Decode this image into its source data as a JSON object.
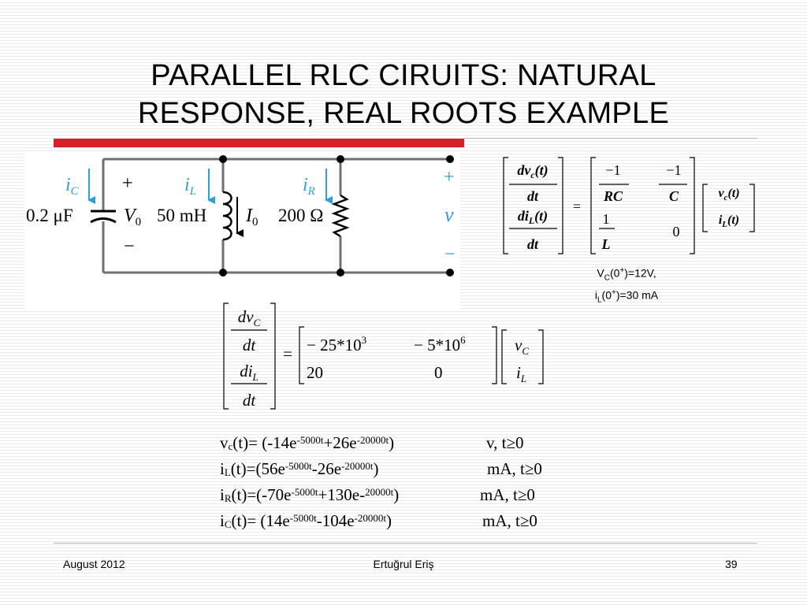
{
  "slide": {
    "title_line1": "PARALLEL RLC CIRUITS: NATURAL",
    "title_line2": "RESPONSE, REAL ROOTS EXAMPLE"
  },
  "circuit": {
    "capacitor_value": "0.2 μF",
    "inductor_value": "50 mH",
    "resistor_value": "200 Ω",
    "current_c": "i",
    "current_c_sub": "C",
    "current_l": "i",
    "current_l_sub": "L",
    "current_r": "i",
    "current_r_sub": "R",
    "v0_symbol": "V",
    "v0_sub": "0",
    "i0_symbol": "I",
    "i0_sub": "0",
    "plus": "+",
    "minus": "−",
    "output_voltage": "v"
  },
  "matrix_general": {
    "lhs_top_num": "dv",
    "lhs_top_num_sub": "c",
    "lhs_top_num_arg": "(t)",
    "lhs_top_den": "dt",
    "lhs_bot_num": "di",
    "lhs_bot_num_sub": "L",
    "lhs_bot_num_arg": "(t)",
    "lhs_bot_den": "dt",
    "equals": "=",
    "a11_num": "−1",
    "a11_den": "RC",
    "a12_num": "−1",
    "a12_den": "C",
    "a21_num": "1",
    "a21_den": "L",
    "a22": "0",
    "x1": "v",
    "x1_sub": "c",
    "x1_arg": "(t)",
    "x2": "i",
    "x2_sub": "L",
    "x2_arg": "(t)"
  },
  "initial_conditions": {
    "line1_a": "V",
    "line1_sub": "C",
    "line1_b": "(0",
    "line1_sup": "+",
    "line1_c": ")=12V,",
    "line2_a": "i",
    "line2_sub": "L",
    "line2_b": "(0",
    "line2_sup": "+",
    "line2_c": ")=30 mA"
  },
  "matrix_numeric": {
    "lhs_top_num": "dv",
    "lhs_top_num_sub": "C",
    "lhs_top_den": "dt",
    "lhs_bot_num": "di",
    "lhs_bot_num_sub": "L",
    "lhs_bot_den": "dt",
    "equals": "=",
    "a11": "− 25*10",
    "a11_sup": "3",
    "a12": "− 5*10",
    "a12_sup": "6",
    "a21": "20",
    "a22": "0",
    "x1": "v",
    "x1_sub": "C",
    "x2": "i",
    "x2_sub": "L"
  },
  "solutions": [
    {
      "var": "v",
      "sub": "c",
      "p1": "(t)= (-14e",
      "e1": "-5000t",
      "p2": "+26e",
      "e2": "-20000t",
      "p3": ")",
      "unit": "v,       t≥0"
    },
    {
      "var": "i",
      "sub": "L",
      "p1": "(t)=(56e",
      "e1": "-5000t",
      "p2": "-26e",
      "e2": "-20000t",
      "p3": ")",
      "unit": "mA, t≥0"
    },
    {
      "var": "i",
      "sub": "R",
      "p1": "(t)=(-70e",
      "e1": "-5000t",
      "p2": "+130e-",
      "e2": "20000t",
      "p3": ")",
      "unit": "mA,  t≥0"
    },
    {
      "var": "i",
      "sub": "C",
      "p1": "(t)= (14e",
      "e1": "-5000t",
      "p2": "-104e",
      "e2": "-20000t",
      "p3": ")",
      "unit": "mA,  t≥0"
    }
  ],
  "footer": {
    "date": "August 2012",
    "author": "Ertuğrul Eriş",
    "page": "39"
  },
  "colors": {
    "accent_red": "#d42027",
    "label_blue": "#2e9fd8",
    "wire_gray": "#707070"
  }
}
